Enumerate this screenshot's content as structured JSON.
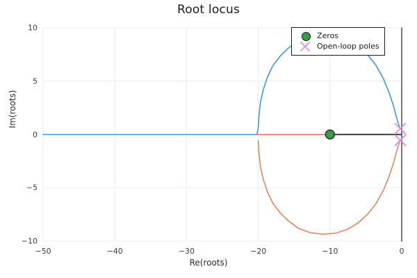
{
  "chart_data": {
    "type": "line",
    "title": "Root locus",
    "xlabel": "Re(roots)",
    "ylabel": "Im(roots)",
    "xlim": [
      -50,
      0
    ],
    "ylim": [
      -10,
      10
    ],
    "xticks": [
      -50,
      -40,
      -30,
      -20,
      -10,
      0
    ],
    "xticklabels": [
      "−50",
      "−40",
      "−30",
      "−20",
      "−10",
      "0"
    ],
    "yticks": [
      -10,
      -5,
      0,
      5,
      10
    ],
    "yticklabels": [
      "−10",
      "−5",
      "0",
      "5",
      "10"
    ],
    "grid": true,
    "legend_position": "top-right",
    "series": [
      {
        "name": "branch-upper",
        "color": "#3b97e0",
        "comment": "real-axis segment from -50 to -20 then arc up to pole near origin",
        "points": [
          [
            -50.0,
            0.0
          ],
          [
            -40.0,
            0.0
          ],
          [
            -30.0,
            0.0
          ],
          [
            -22.0,
            0.0
          ],
          [
            -20.2,
            0.0
          ],
          [
            -20.0,
            0.6
          ],
          [
            -19.9,
            1.8
          ],
          [
            -19.7,
            3.0
          ],
          [
            -19.3,
            4.2
          ],
          [
            -18.7,
            5.4
          ],
          [
            -18.0,
            6.4
          ],
          [
            -17.0,
            7.3
          ],
          [
            -15.8,
            8.1
          ],
          [
            -14.4,
            8.8
          ],
          [
            -12.8,
            9.2
          ],
          [
            -11.0,
            9.35
          ],
          [
            -9.2,
            9.25
          ],
          [
            -7.6,
            8.9
          ],
          [
            -6.1,
            8.3
          ],
          [
            -4.8,
            7.5
          ],
          [
            -3.6,
            6.5
          ],
          [
            -2.6,
            5.3
          ],
          [
            -1.8,
            4.0
          ],
          [
            -1.2,
            2.8
          ],
          [
            -0.8,
            1.8
          ],
          [
            -0.5,
            1.1
          ],
          [
            -0.3,
            0.7
          ],
          [
            -0.18,
            0.5
          ]
        ]
      },
      {
        "name": "branch-lower",
        "color": "#e8714a",
        "comment": "real-axis segment from -20 to -10 then arc down to conjugate pole",
        "points": [
          [
            -20.2,
            0.0
          ],
          [
            -15.0,
            0.0
          ],
          [
            -12.0,
            0.0
          ],
          [
            -10.4,
            0.0
          ],
          [
            -20.0,
            -0.6
          ],
          [
            -19.9,
            -1.8
          ],
          [
            -19.7,
            -3.0
          ],
          [
            -19.3,
            -4.2
          ],
          [
            -18.7,
            -5.4
          ],
          [
            -18.0,
            -6.4
          ],
          [
            -17.0,
            -7.3
          ],
          [
            -15.8,
            -8.1
          ],
          [
            -14.4,
            -8.8
          ],
          [
            -12.8,
            -9.2
          ],
          [
            -11.0,
            -9.35
          ],
          [
            -9.2,
            -9.25
          ],
          [
            -7.6,
            -8.9
          ],
          [
            -6.1,
            -8.3
          ],
          [
            -4.8,
            -7.5
          ],
          [
            -3.6,
            -6.5
          ],
          [
            -2.6,
            -5.3
          ],
          [
            -1.8,
            -4.0
          ],
          [
            -1.2,
            -2.8
          ],
          [
            -0.8,
            -1.8
          ],
          [
            -0.5,
            -1.1
          ],
          [
            -0.3,
            -0.7
          ],
          [
            -0.18,
            -0.5
          ]
        ]
      },
      {
        "name": "real-axis-segment-dark",
        "color": "#1f1f1f",
        "comment": "dark real-axis locus from zero at -10 to poles at origin",
        "points": [
          [
            -10.0,
            0.0
          ],
          [
            0.0,
            0.0
          ]
        ]
      },
      {
        "name": "imag-axis-spine",
        "color": "#4a4a4a",
        "comment": "vertical axis line at Re = 0",
        "points": [
          [
            0.0,
            10.0
          ],
          [
            0.0,
            -10.0
          ]
        ]
      }
    ],
    "markers": [
      {
        "name": "Zeros",
        "symbol": "circle",
        "color": "#3a9a4c",
        "edge_color": "#1a1a1a",
        "size": 13,
        "points": [
          [
            -10.0,
            0.0
          ]
        ]
      },
      {
        "name": "Open-loop poles",
        "symbol": "x",
        "color": "#d98fd9",
        "size": 15,
        "points": [
          [
            -0.2,
            0.55
          ],
          [
            -0.2,
            -0.55
          ]
        ]
      }
    ],
    "legend": [
      {
        "label": "Zeros",
        "symbol": "circle",
        "color": "#3a9a4c"
      },
      {
        "label": "Open-loop poles",
        "symbol": "x",
        "color": "#d98fd9"
      }
    ]
  },
  "style": {
    "background": "#ffffff",
    "grid_color": "#ebebeb",
    "tick_label_color": "#3a3a3a",
    "title_color": "#1a1a1a"
  }
}
